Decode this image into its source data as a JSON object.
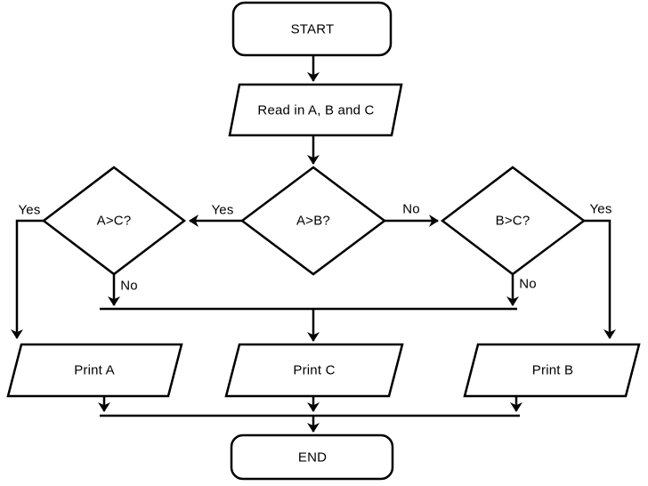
{
  "canvas": {
    "background": "#ffffff",
    "stroke_color": "#000000",
    "text_color": "#000000"
  },
  "nodes": {
    "start": {
      "label": "START",
      "shape": "terminator"
    },
    "read": {
      "label": "Read in A, B and C",
      "shape": "io-parallelogram"
    },
    "a_gt_c": {
      "label": "A>C?",
      "shape": "decision-diamond"
    },
    "a_gt_b": {
      "label": "A>B?",
      "shape": "decision-diamond"
    },
    "b_gt_c": {
      "label": "B>C?",
      "shape": "decision-diamond"
    },
    "print_a": {
      "label": "Print A",
      "shape": "io-parallelogram"
    },
    "print_c": {
      "label": "Print C",
      "shape": "io-parallelogram"
    },
    "print_b": {
      "label": "Print B",
      "shape": "io-parallelogram"
    },
    "end": {
      "label": "END",
      "shape": "terminator"
    }
  },
  "edge_labels": {
    "a_gt_c_yes": "Yes",
    "a_gt_b_yes": "Yes",
    "a_gt_b_no": "No",
    "b_gt_c_yes": "Yes",
    "a_gt_c_no": "No",
    "b_gt_c_no": "No"
  }
}
